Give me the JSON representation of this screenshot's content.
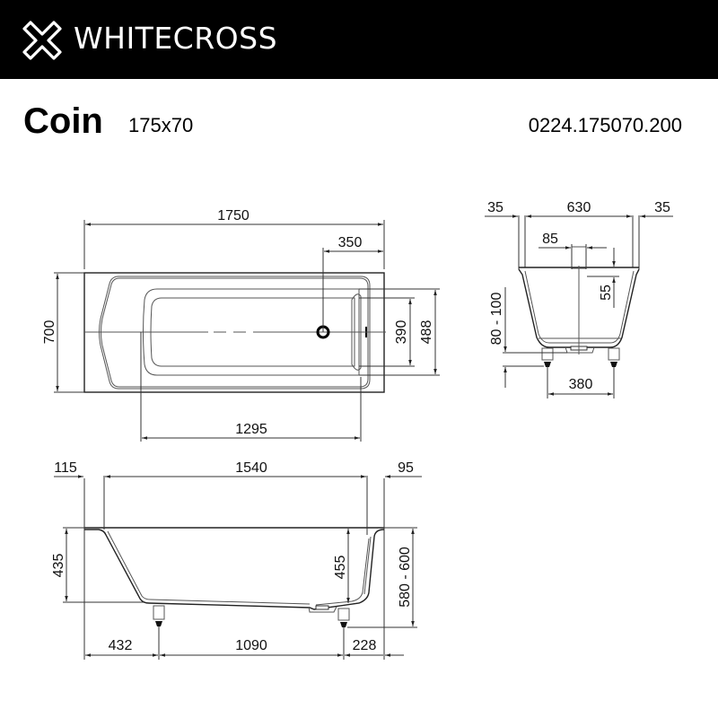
{
  "header": {
    "brand": "WHITECROSS",
    "logo_icon": "cross-outline-icon",
    "background": "#000000",
    "text_color": "#ffffff"
  },
  "product": {
    "name": "Coin",
    "size": "175x70",
    "article_code": "0224.175070.200"
  },
  "top_view": {
    "length": "1750",
    "drain_offset": "350",
    "width": "700",
    "inner_width": "390",
    "rim_inner_width": "488",
    "inner_length": "1295"
  },
  "end_view": {
    "left_rim": "35",
    "inner_width": "630",
    "right_rim": "35",
    "overflow_width": "85",
    "overflow_depth": "55",
    "leg_height": "80 - 100",
    "leg_spacing": "380"
  },
  "side_view": {
    "left_offset": "115",
    "inner_length": "1540",
    "right_offset": "95",
    "depth": "435",
    "inner_depth": "455",
    "total_height": "580 - 600",
    "leg_left_offset": "432",
    "leg_spacing": "1090",
    "leg_right_offset": "228"
  }
}
